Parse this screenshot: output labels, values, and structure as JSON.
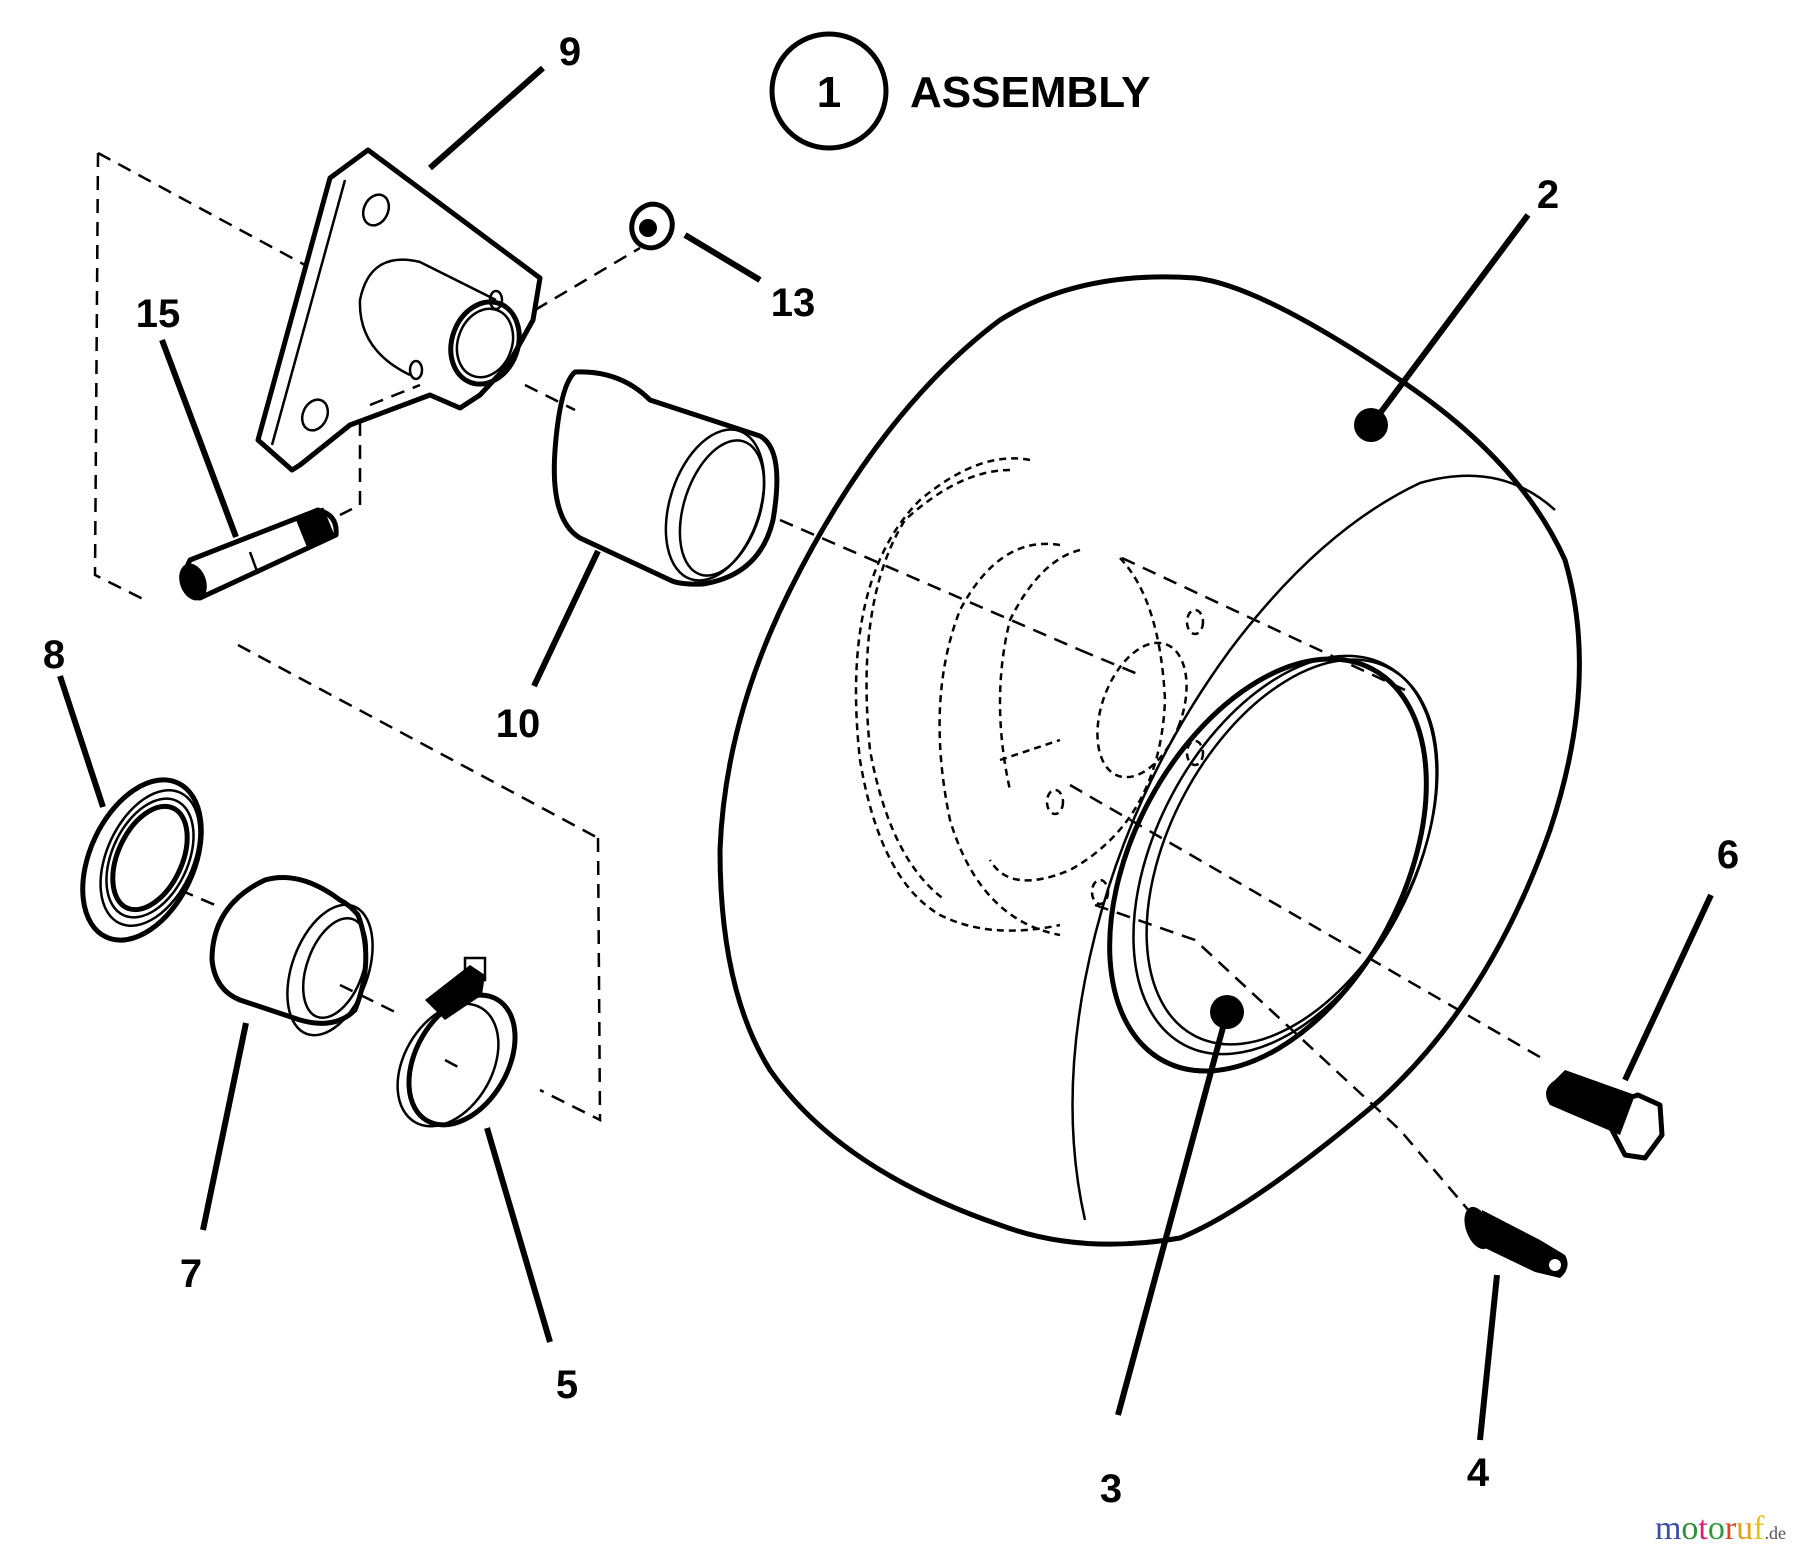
{
  "title": {
    "item_number": "1",
    "label": "ASSEMBLY"
  },
  "callouts": [
    {
      "id": "2",
      "part": "tire"
    },
    {
      "id": "3",
      "part": "rim"
    },
    {
      "id": "4",
      "part": "valve-stem"
    },
    {
      "id": "5",
      "part": "hose-clamp"
    },
    {
      "id": "6",
      "part": "hex-bolt"
    },
    {
      "id": "7",
      "part": "spacer"
    },
    {
      "id": "8",
      "part": "bearing"
    },
    {
      "id": "9",
      "part": "mounting-bracket"
    },
    {
      "id": "10",
      "part": "bushing"
    },
    {
      "id": "13",
      "part": "nut"
    },
    {
      "id": "15",
      "part": "shoulder-bolt"
    }
  ],
  "watermark": {
    "letters": [
      "m",
      "o",
      "t",
      "o",
      "r",
      "u",
      "f"
    ],
    "suffix": ".de",
    "colors": [
      "#3a4fa3",
      "#2f8f3a",
      "#d4237a",
      "#2f9a3a",
      "#d8481c",
      "#e0a21a",
      "#e6c21a"
    ]
  }
}
